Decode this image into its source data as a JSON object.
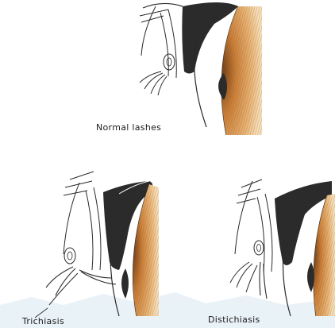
{
  "labels": {
    "normal": "Normal lashes",
    "trichiasis": "Trichiasis",
    "distichiasis": "Distichiasis"
  },
  "colors": {
    "iris_orange": "#c97e38",
    "iris_light": "#f3d6a8",
    "tarsus_dark": "#2b2b2b",
    "line": "#2a2a2a",
    "watermark_blue": "#cfe3ef",
    "background": "#ffffff"
  },
  "watermark": {
    "description": "pale blue watermark band near the bottom"
  }
}
